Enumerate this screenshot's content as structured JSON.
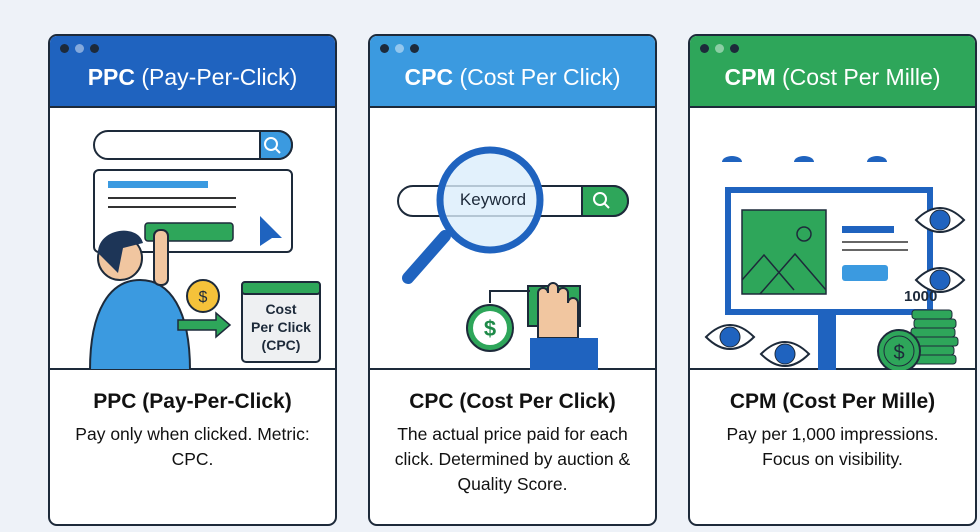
{
  "cards": [
    {
      "abbr": "PPC",
      "full": "(Pay-Per-Click)",
      "heading": "PPC (Pay-Per-Click)",
      "desc": "Pay only when clicked. Metric: CPC.",
      "color": "#1f63bf",
      "illustration": {
        "box_lines": [
          "Cost",
          "Per Click",
          "(CPC)"
        ]
      }
    },
    {
      "abbr": "CPC",
      "full": "(Cost Per Click)",
      "heading": "CPC (Cost Per Click)",
      "desc": "The actual price paid for each click. Determined by auction & Quality Score.",
      "color": "#3b9ae0",
      "illustration": {
        "search_text": "Keyword"
      }
    },
    {
      "abbr": "CPM",
      "full": "(Cost Per Mille)",
      "heading": "CPM (Cost Per Mille)",
      "desc": "Pay per 1,000 impressions. Focus on visibility.",
      "color": "#2ea65a",
      "illustration": {
        "count_label": "1000"
      }
    }
  ]
}
